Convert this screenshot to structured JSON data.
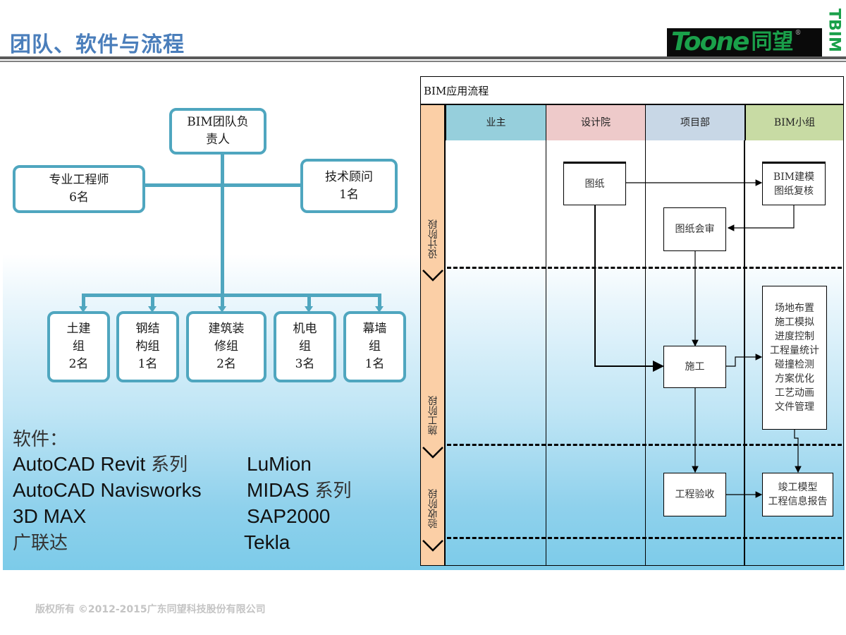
{
  "header": {
    "title": "团队、软件与流程",
    "logo_latin": "Toone",
    "logo_cn": "同望",
    "logo_reg": "®",
    "brand_vertical": "TBIM"
  },
  "colors": {
    "title_blue": "#4a7ebb",
    "org_teal": "#4fa6bf",
    "logo_green": "#1aa04a",
    "phase_peach": "#fbcfa6",
    "lane_owner": "#96cfdc",
    "lane_design": "#eecaca",
    "lane_project": "#c8d7e6",
    "lane_bim": "#c8dba4"
  },
  "org_chart": {
    "root": {
      "line1": "BIM团队负",
      "line2": "责人"
    },
    "left": {
      "line1": "专业工程师",
      "line2": "6名"
    },
    "right": {
      "line1": "技术顾问",
      "line2": "1名"
    },
    "groups": [
      {
        "line1": "土建",
        "line2": "组",
        "line3": "2名"
      },
      {
        "line1": "钢结",
        "line2": "构组",
        "line3": "1名"
      },
      {
        "line1": "建筑装",
        "line2": "修组",
        "line3": "2名"
      },
      {
        "line1": "机电",
        "line2": "组",
        "line3": "3名"
      },
      {
        "line1": "幕墙",
        "line2": "组",
        "line3": "1名"
      }
    ]
  },
  "software": {
    "heading": "软件：",
    "left": [
      {
        "latin": "AutoCAD Revit ",
        "cn": "系列"
      },
      {
        "latin": "AutoCAD Navisworks",
        "cn": ""
      },
      {
        "latin": "3D MAX",
        "cn": ""
      },
      {
        "latin": "",
        "cn": "广联达"
      }
    ],
    "right": [
      {
        "latin": "LuMion",
        "cn": ""
      },
      {
        "latin": "MIDAS ",
        "cn": "系列"
      },
      {
        "latin": "SAP2000",
        "cn": ""
      },
      {
        "latin": "Tekla",
        "cn": ""
      }
    ]
  },
  "flowchart": {
    "title": "BIM应用流程",
    "lanes": [
      "业主",
      "设计院",
      "项目部",
      "BIM小组"
    ],
    "phases": [
      "设计阶段",
      "施工阶段",
      "验收阶段"
    ],
    "nodes": {
      "drawings": "图纸",
      "bim_model": {
        "line1": "BIM建模",
        "line2": "图纸复核"
      },
      "drawing_review": "图纸会审",
      "construction": "施工",
      "bim_tasks": [
        "场地布置",
        "施工模拟",
        "进度控制",
        "工程量统计",
        "碰撞检测",
        "方案优化",
        "工艺动画",
        "文件管理"
      ],
      "acceptance": "工程验收",
      "final": {
        "line1": "竣工模型",
        "line2": "工程信息报告"
      }
    }
  },
  "footer": {
    "copyright": "版权所有 ©2012-2015广东同望科技股份有限公司"
  }
}
